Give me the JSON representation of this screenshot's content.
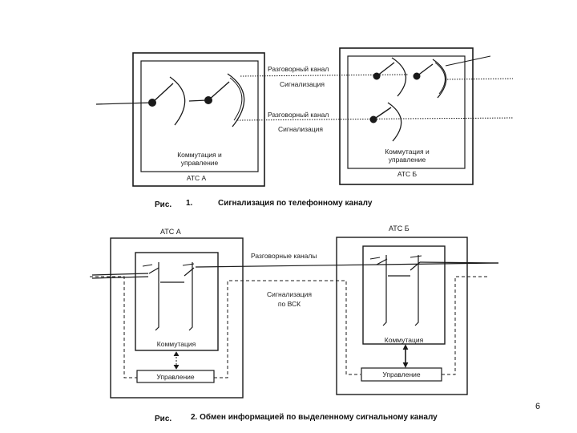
{
  "figure1": {
    "caption_prefix": "Рис.",
    "caption_number": "1.",
    "caption_text": "Сигнализация по телефонному каналу",
    "channel1_label": "Разговорный канал",
    "signal1_label": "Сигнализация",
    "channel2_label": "Разговорный канал",
    "signal2_label": "Сигнализация",
    "station_a": {
      "control_line1": "Коммутация и",
      "control_line2": "управление",
      "name": "АТС А"
    },
    "station_b": {
      "control_line1": "Коммутация и",
      "control_line2": "управление",
      "name": "АТС Б"
    }
  },
  "figure2": {
    "caption_prefix": "Рис.",
    "caption_text": "2. Обмен информацией по выделенному сигнальному каналу",
    "station_a_name": "АТС А",
    "station_b_name": "АТС Б",
    "channels_label": "Разговорные каналы",
    "signal_line1": "Сигнализация",
    "signal_line2": "по ВСК",
    "a_switching": "Коммутация",
    "a_control": "Управление",
    "b_switching": "Коммутация",
    "b_control": "Управление"
  },
  "page_number": "6",
  "colors": {
    "ink": "#1a1a1a",
    "background": "#ffffff"
  }
}
